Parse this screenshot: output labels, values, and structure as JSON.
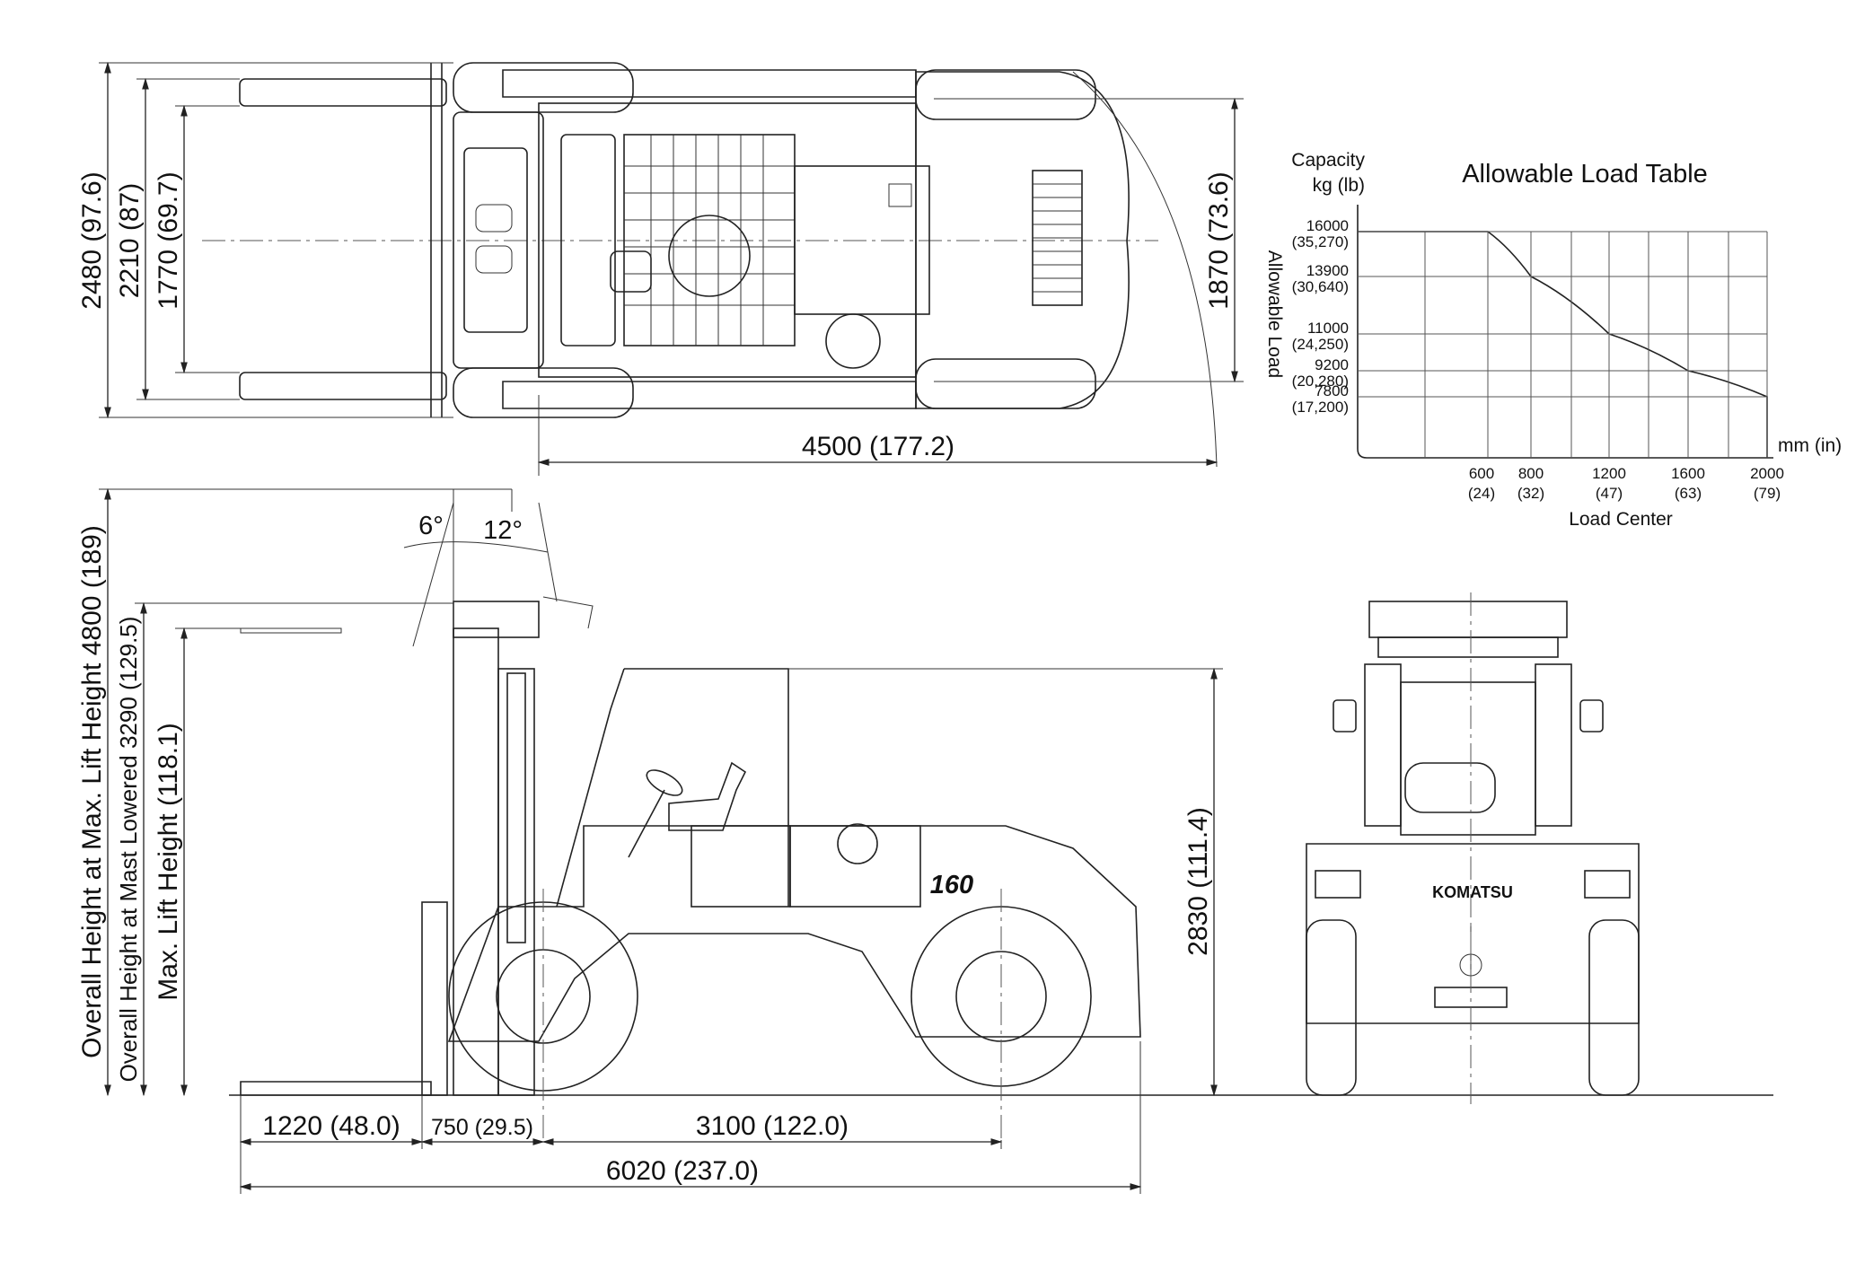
{
  "top_view": {
    "dim_overall_width": "2480 (97.6)",
    "dim_fork_outer": "2210 (87)",
    "dim_fork_inner": "1770 (69.7)",
    "dim_turning_radius": "4500 (177.2)",
    "dim_tread": "1870 (73.6)"
  },
  "side_view": {
    "dim_max_lift_height": "Overall Height at Max. Lift Height  4800 (189)",
    "dim_mast_lowered": "Overall Height at Mast Lowered  3290 (129.5)",
    "dim_lift_height": "Max. Lift Height (118.1)",
    "dim_overhead_guard": "2830 (111.4)",
    "dim_fork_length": "1220 (48.0)",
    "dim_front_overhang": "750 (29.5)",
    "dim_wheelbase": "3100 (122.0)",
    "dim_overall_length": "6020 (237.0)",
    "tilt_forward": "6°",
    "tilt_backward": "12°",
    "model_badge": "160"
  },
  "front_view": {
    "brand_label": "KOMATSU"
  },
  "load_table": {
    "title": "Allowable Load Table",
    "ylabel_line1": "Capacity",
    "ylabel_line2": "kg (lb)",
    "ylabel_vertical": "Allowable Load",
    "xlabel": "Load Center",
    "xunit": "mm (in)",
    "y_ticks": [
      {
        "kg": "16000",
        "lb": "(35,270)"
      },
      {
        "kg": "13900",
        "lb": "(30,640)"
      },
      {
        "kg": "11000",
        "lb": "(24,250)"
      },
      {
        "kg": "9200",
        "lb": "(20,280)"
      },
      {
        "kg": "7800",
        "lb": "(17,200)"
      }
    ],
    "x_ticks": [
      {
        "mm": "600",
        "in": "(24)"
      },
      {
        "mm": "800",
        "in": "(32)"
      },
      {
        "mm": "1200",
        "in": "(47)"
      },
      {
        "mm": "1600",
        "in": "(63)"
      },
      {
        "mm": "2000",
        "in": "(79)"
      }
    ]
  },
  "chart_data": {
    "type": "area",
    "title": "Allowable Load Table",
    "xlabel": "Load Center",
    "ylabel": "Allowable Load",
    "x": [
      600,
      800,
      1200,
      1600,
      2000
    ],
    "series": [
      {
        "values": [
          16000,
          13900,
          11000,
          9200,
          7800
        ]
      }
    ]
  }
}
